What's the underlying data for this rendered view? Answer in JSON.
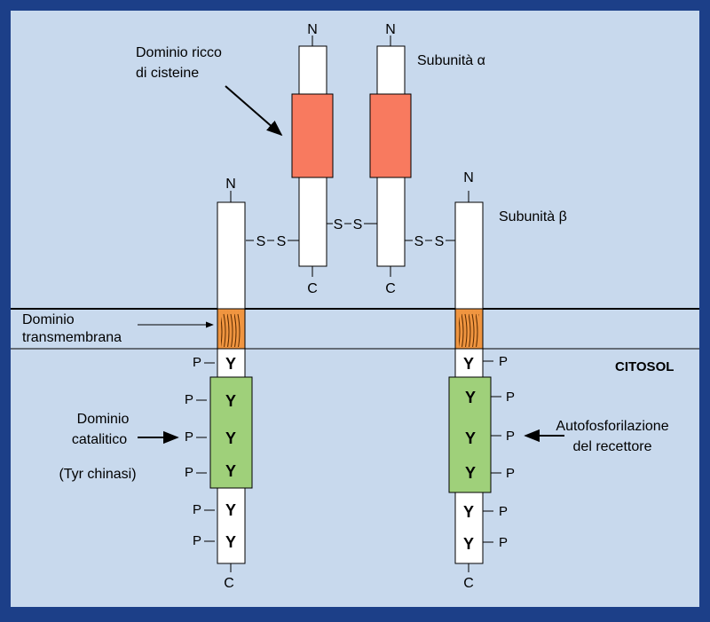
{
  "colors": {
    "frame": "#1c3f88",
    "background": "#c8d9ed",
    "cysteine_domain": "#f87a5f",
    "transmembrane": "#f09540",
    "catalytic_domain": "#9fd07a"
  },
  "labels": {
    "cys_rich_line1": "Dominio ricco",
    "cys_rich_line2": "di cisteine",
    "alpha": "Subunità α",
    "beta": "Subunità β",
    "tm_line1": "Dominio",
    "tm_line2": "transmembrana",
    "cytosol": "CITOSOL",
    "cat_line1": "Dominio",
    "cat_line2": "catalitico",
    "cat_line3": "(Tyr chinasi)",
    "auto_line1": "Autofosforilazione",
    "auto_line2": "del recettore"
  },
  "termini": {
    "n": "N",
    "c": "C"
  },
  "disulfide": {
    "s": "S"
  },
  "residue": {
    "tyr": "Y",
    "phospho": "P"
  }
}
